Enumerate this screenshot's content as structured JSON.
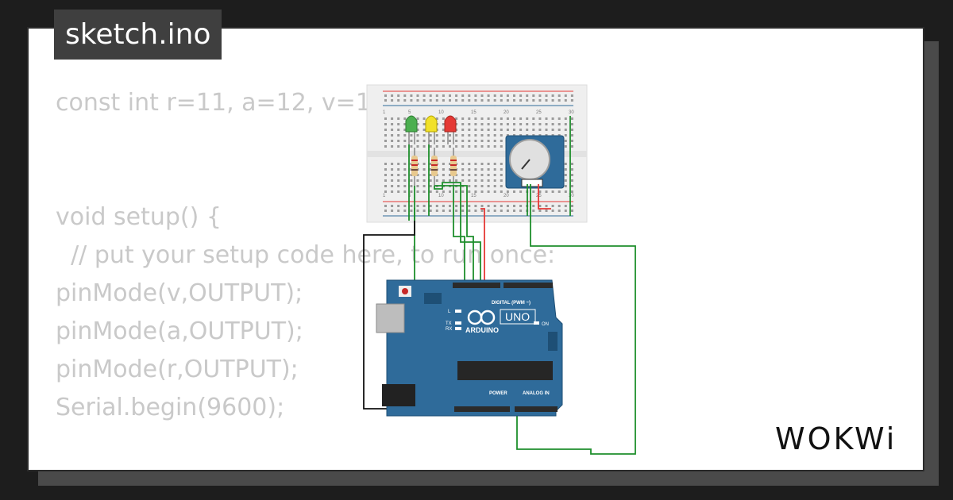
{
  "sketch": {
    "filename": "sketch.ino"
  },
  "code": {
    "lines": [
      "const int r=11, a=12, v=13;",
      "",
      "",
      "void setup() {",
      "  // put your setup code here, to run once:",
      "pinMode(v,OUTPUT);",
      "pinMode(a,OUTPUT);",
      "pinMode(r,OUTPUT);",
      "Serial.begin(9600);",
      "",
      "}"
    ]
  },
  "circuit": {
    "breadboard_cols": [
      "1",
      "5",
      "10",
      "15",
      "20",
      "25",
      "30"
    ],
    "board": {
      "brand": "ARDUINO",
      "model": "UNO",
      "digital_label": "DIGITAL (PWM ~)",
      "power_label": "POWER",
      "analog_label": "ANALOG IN",
      "on_label": "ON",
      "l_label": "L",
      "tx_label": "TX",
      "rx_label": "RX"
    },
    "colors": {
      "led_green": "#4caf50",
      "led_yellow": "#f1e12a",
      "led_red": "#e53935",
      "board": "#2f6b9a",
      "wire_green": "#1e8f2c",
      "wire_red": "#e53935",
      "wire_black": "#111111"
    }
  },
  "branding": {
    "logo": "WOKWi"
  }
}
